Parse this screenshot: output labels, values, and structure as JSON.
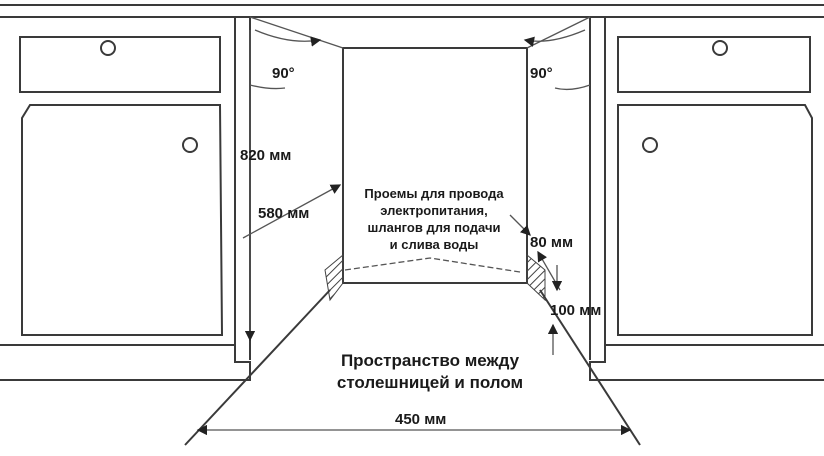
{
  "labels": {
    "angle_left": "90°",
    "angle_right": "90°",
    "height": "820 мм",
    "depth": "580 мм",
    "openings_note": [
      "Проемы для провода",
      "электропитания,",
      "шлангов для подачи",
      "и слива воды"
    ],
    "opening_width": "80 мм",
    "opening_height": "100 мм",
    "space_caption": [
      "Пространство между",
      "столешницей и полом"
    ],
    "width": "450 мм"
  }
}
